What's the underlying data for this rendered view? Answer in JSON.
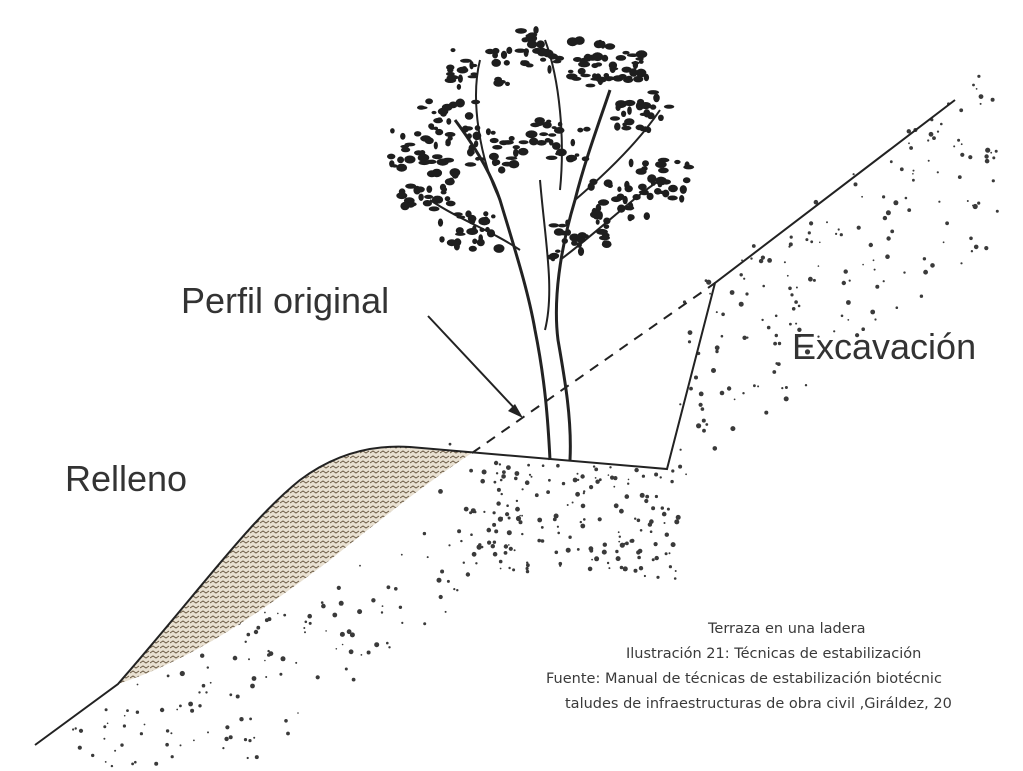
{
  "labels": {
    "perfil_original": "Perfil original",
    "excavacion": "Excavación",
    "relleno": "Relleno"
  },
  "caption": {
    "line1": "Terraza en una ladera",
    "line2": "Ilustración 21: Técnicas de estabilización",
    "line3": "Fuente: Manual de técnicas de estabilización biotécnic",
    "line4": "taludes de infraestructuras de obra civil ,Giráldez, 20"
  },
  "colors": {
    "line": "#222222",
    "fill_texture": "#7a6a55",
    "text": "#333333"
  }
}
